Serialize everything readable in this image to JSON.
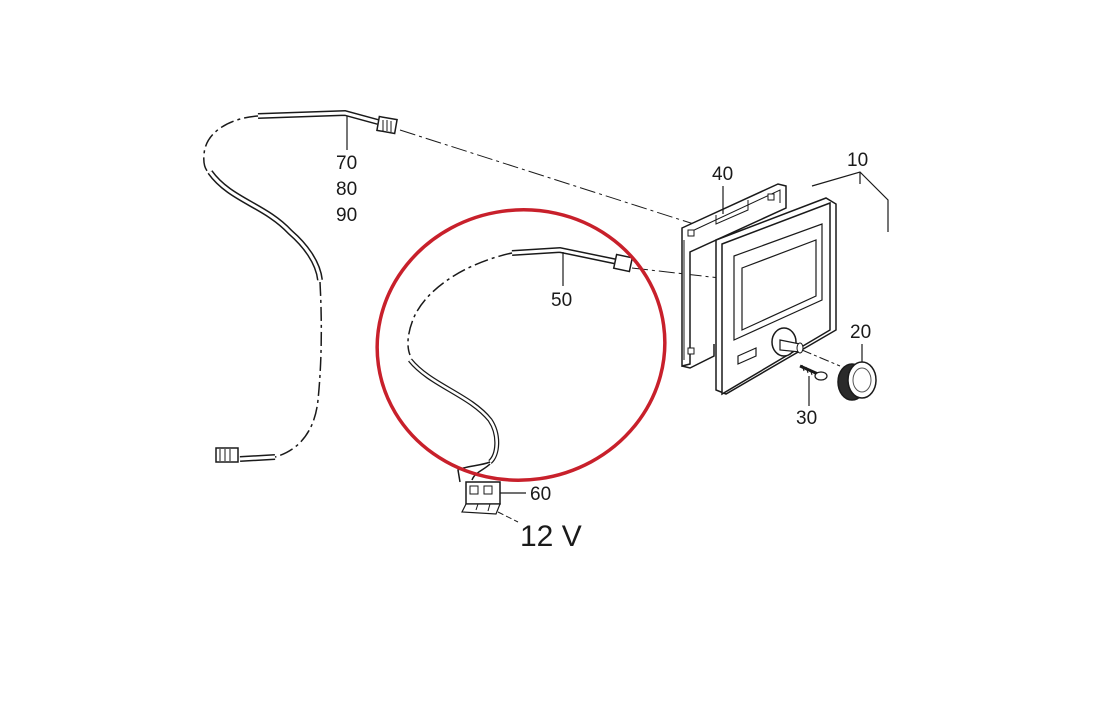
{
  "labels": {
    "part_10": "10",
    "part_20": "20",
    "part_30": "30",
    "part_40": "40",
    "part_50": "50",
    "part_60": "60",
    "part_70": "70",
    "part_80": "80",
    "part_90": "90"
  },
  "voltage": "12 V",
  "highlight_color": "#c8202b"
}
